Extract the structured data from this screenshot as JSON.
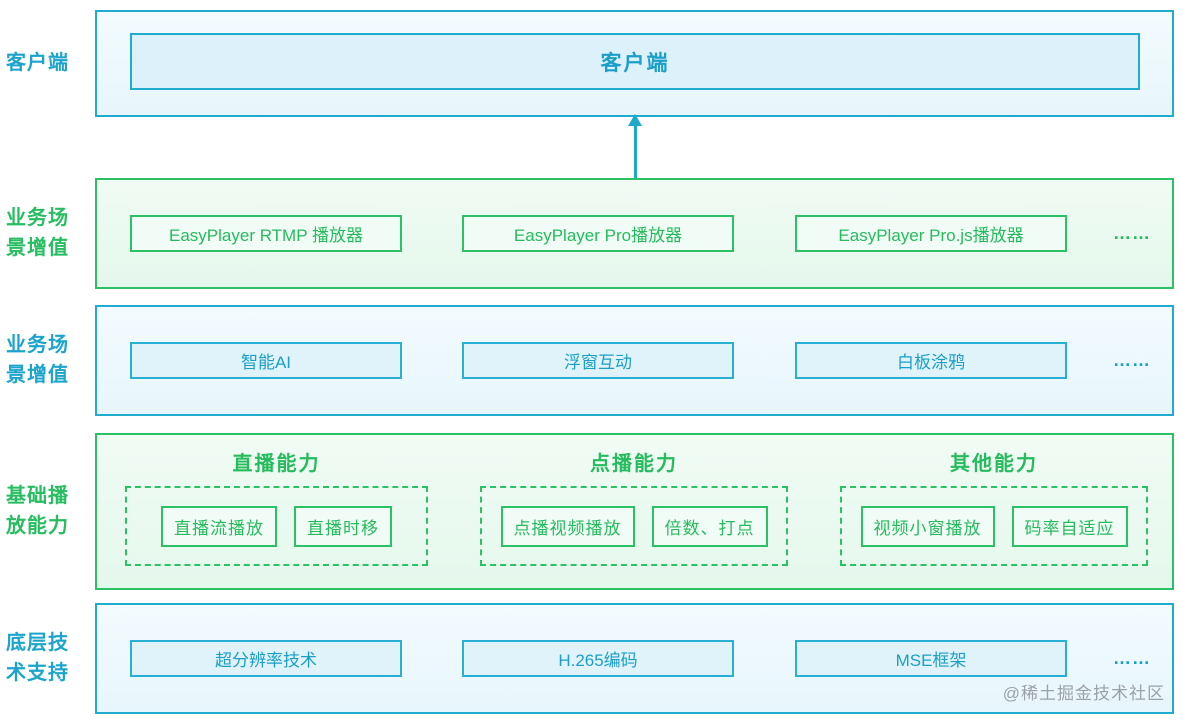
{
  "colors": {
    "blue_border": "#1faccf",
    "blue_text": "#1b9fc9",
    "blue_fill": "#e7f6fc",
    "green_border": "#2cc164",
    "green_text": "#26bb5d",
    "green_fill": "#e5f8ec",
    "watermark_gray": "#9aa1a8"
  },
  "watermark": "@稀土掘金技术社区",
  "rows": {
    "client": {
      "label": "客户端",
      "box": "客户端"
    },
    "players": {
      "label": "业务场景增值",
      "items": [
        "EasyPlayer RTMP 播放器",
        "EasyPlayer Pro播放器",
        "EasyPlayer Pro.js播放器"
      ],
      "more": "……"
    },
    "scenes": {
      "label": "业务场景增值",
      "items": [
        "智能AI",
        "浮窗互动",
        "白板涂鸦"
      ],
      "more": "……"
    },
    "basic": {
      "label": "基础播放能力",
      "groups": [
        {
          "title": "直播能力",
          "items": [
            "直播流播放",
            "直播时移"
          ]
        },
        {
          "title": "点播能力",
          "items": [
            "点播视频播放",
            "倍数、打点"
          ]
        },
        {
          "title": "其他能力",
          "items": [
            "视频小窗播放",
            "码率自适应"
          ]
        }
      ]
    },
    "tech": {
      "label": "底层技术支持",
      "items": [
        "超分辨率技术",
        "H.265编码",
        "MSE框架"
      ],
      "more": "……"
    }
  }
}
